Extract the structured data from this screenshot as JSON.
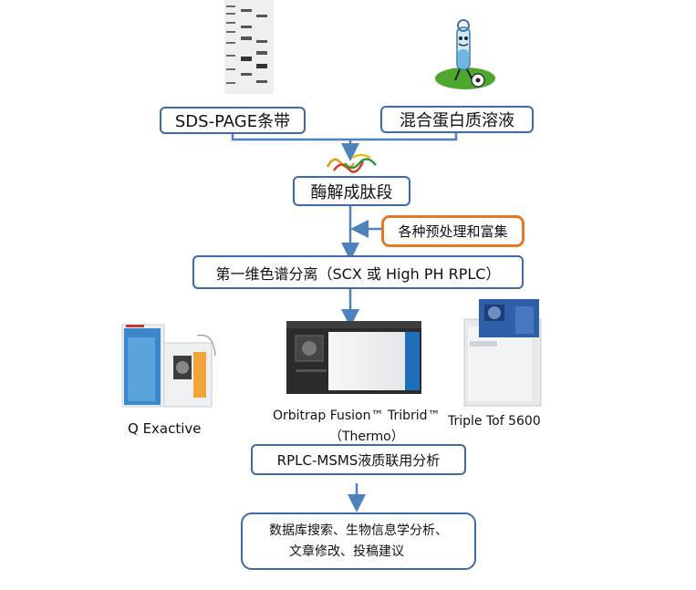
{
  "colors": {
    "box_border": "#3f6aa8",
    "arrow": "#4f81bd",
    "orange_border": "#e07a26"
  },
  "nodes": {
    "sds_page": "SDS-PAGE条带",
    "protein_mix": "混合蛋白质溶液",
    "digestion": "酶解成肽段",
    "pretreatment": "各种预处理和富集",
    "first_dim": "第一维色谱分离（SCX 或 High PH RPLC）",
    "lcms": "RPLC-MSMS液质联用分析",
    "analysis_line1": "数据库搜索、生物信息学分析、",
    "analysis_line2": "文章修改、投稿建议"
  },
  "instruments": {
    "q_exactive": "Q Exactive",
    "orbitrap_line1": "Orbitrap Fusion™ Tribrid™",
    "orbitrap_line2": "（Thermo）",
    "triple_tof": "Triple Tof 5600"
  },
  "icons": [
    "gel-image",
    "test-tube-mascot-icon",
    "peptide-squiggle-icon",
    "q-exactive-instrument",
    "orbitrap-instrument",
    "triple-tof-instrument"
  ]
}
